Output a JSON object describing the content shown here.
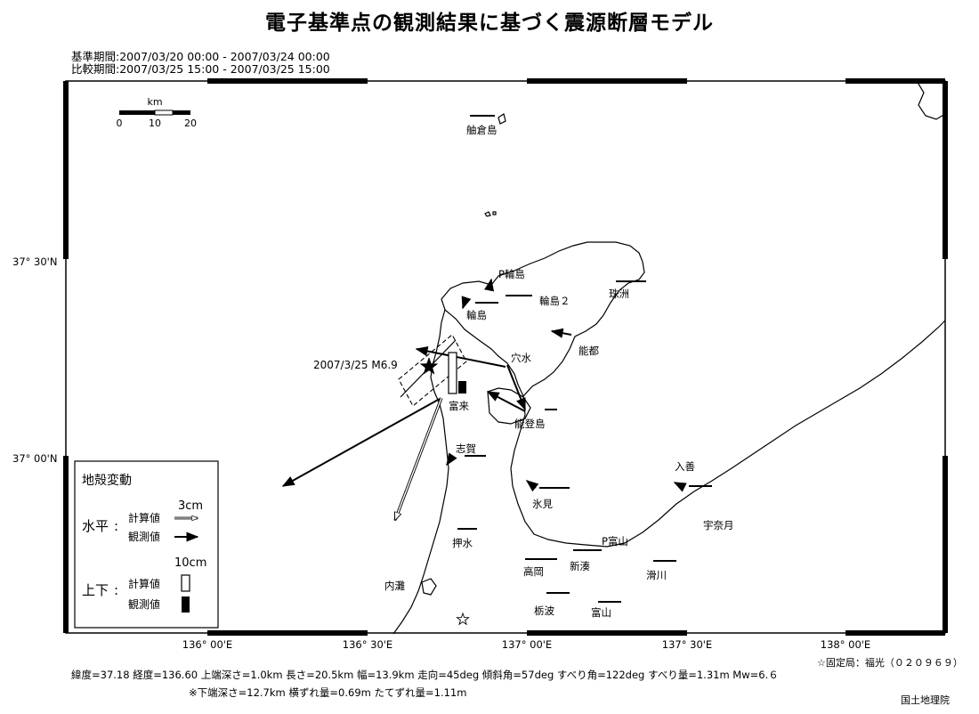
{
  "title": "電子基準点の観測結果に基づく震源断層モデル",
  "periods": {
    "base": "基準期間:2007/03/20 00:00 - 2007/03/24 00:00",
    "compare": "比較期間:2007/03/25 15:00 - 2007/03/25 15:00"
  },
  "scale_bar": {
    "unit": "km",
    "ticks": [
      "0",
      "10",
      "20"
    ]
  },
  "axis_labels": {
    "lat": [
      "37° 30'N",
      "37° 00'N"
    ],
    "lon": [
      "136° 00'E",
      "136° 30'E",
      "137° 00'E",
      "137° 30'E",
      "138° 00'E"
    ]
  },
  "stations": [
    "舳倉島",
    "P輪島",
    "輪島２",
    "珠洲",
    "輪島",
    "能都",
    "穴水",
    "富来",
    "能登島",
    "志賀",
    "入善",
    "氷見",
    "宇奈月",
    "押水",
    "P富山",
    "高岡",
    "新湊",
    "滑川",
    "内灘",
    "栃波",
    "富山"
  ],
  "epicenter_label": "2007/3/25 M6.9",
  "legend": {
    "title": "地殻変動",
    "horizontal": "水平",
    "vertical": "上下",
    "colon": ":",
    "calc": "計算値",
    "obs": "観測値",
    "h_scale": "3cm",
    "v_scale": "10cm"
  },
  "fixed_station": "☆固定局：福光（０２０９６９）",
  "params_line1": "緯度=37.18 経度=136.60 上端深さ=1.0km 長さ=20.5km 幅=13.9km 走向=45deg 傾斜角=57deg すべり角=122deg すべり量=1.31m Mw=6.６",
  "params_line2": "※下端深さ=12.7km 横ずれ量=0.69m たてずれ量=1.11m",
  "credit": "国土地理院"
}
